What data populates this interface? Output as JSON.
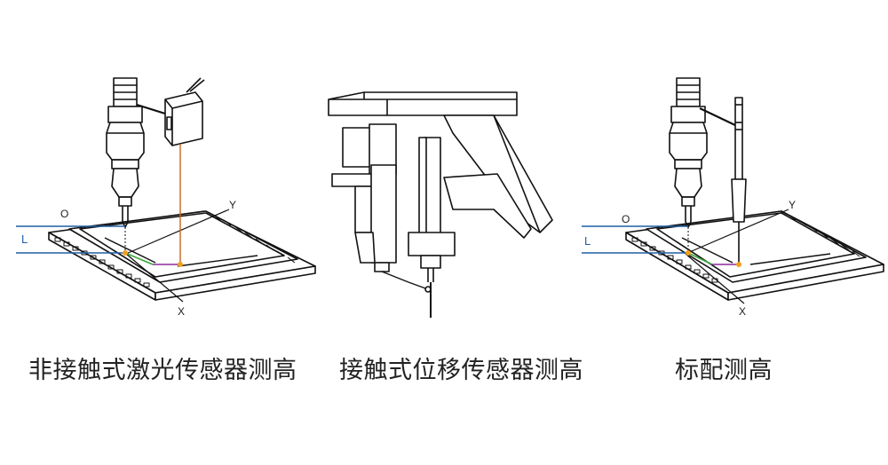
{
  "panels": [
    {
      "caption": "非接触式激光传感器测高",
      "labels": {
        "o": "O",
        "l": "L",
        "y": "Y",
        "x": "X"
      }
    },
    {
      "caption": "接触式位移传感器测高"
    },
    {
      "caption": "标配测高",
      "labels": {
        "o": "O",
        "l": "L",
        "y": "Y",
        "x": "X"
      }
    }
  ],
  "colors": {
    "line": "#111111",
    "blue": "#1f5fa8",
    "orange": "#c8651a",
    "green": "#3aa63a",
    "purple": "#8a2c9c",
    "dot": "#f0a020"
  }
}
